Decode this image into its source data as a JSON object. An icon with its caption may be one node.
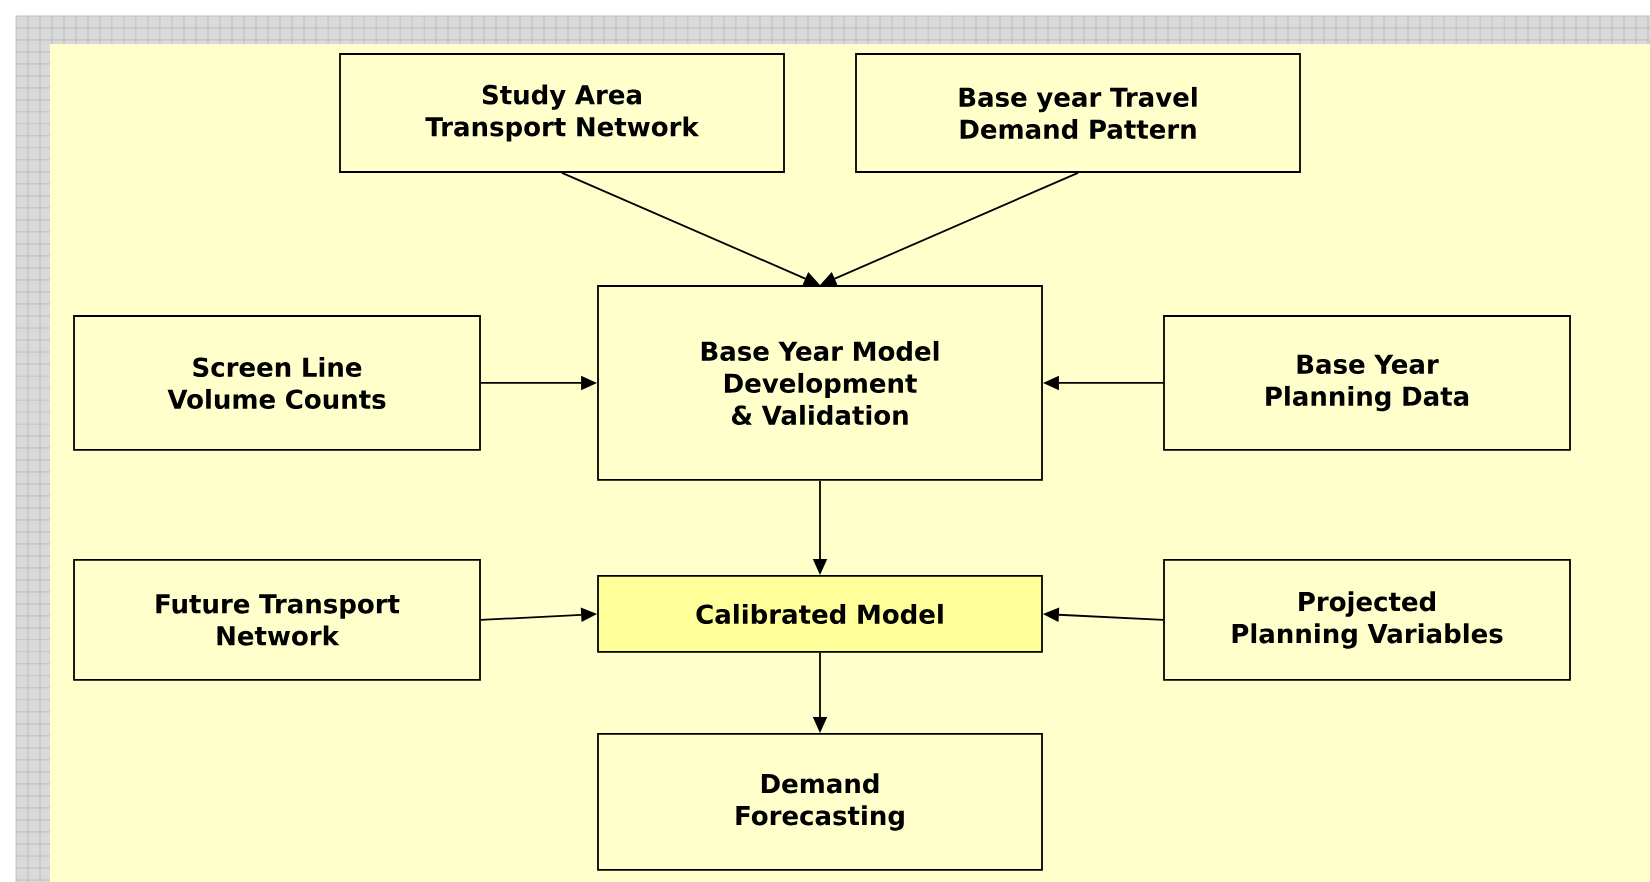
{
  "diagram": {
    "nodes": [
      {
        "text": [
          "Study Area Transport Network"
        ]
      },
      {
        "text": [
          "Base year Travel Demand Pattern"
        ]
      },
      {
        "text": [
          "Base Year Model Development & Validation"
        ]
      },
      {
        "text": [
          "Screen Line Volume Counts"
        ]
      },
      {
        "text": [
          "Base Year Planning Data"
        ]
      },
      {
        "text": [
          "Future Transport Network"
        ]
      },
      {
        "text": [
          "Calibrated Model"
        ]
      },
      {
        "text": [
          "Projected Planning Variables"
        ]
      },
      {
        "text": [
          "Demand Forecasting"
        ]
      }
    ],
    "edges": [
      {
        "from": 0,
        "to": 2,
        "arrow": "to"
      },
      {
        "from": 1,
        "to": 2,
        "arrow": "to"
      },
      {
        "from": 3,
        "to": 2,
        "arrow": "to"
      },
      {
        "from": 4,
        "to": 2,
        "arrow": "to"
      },
      {
        "from": 2,
        "to": 6,
        "arrow": "to"
      },
      {
        "from": 5,
        "to": 6,
        "arrow": "to"
      },
      {
        "from": 7,
        "to": 6,
        "arrow": "to"
      },
      {
        "from": 6,
        "to": 8,
        "arrow": "to"
      }
    ]
  }
}
